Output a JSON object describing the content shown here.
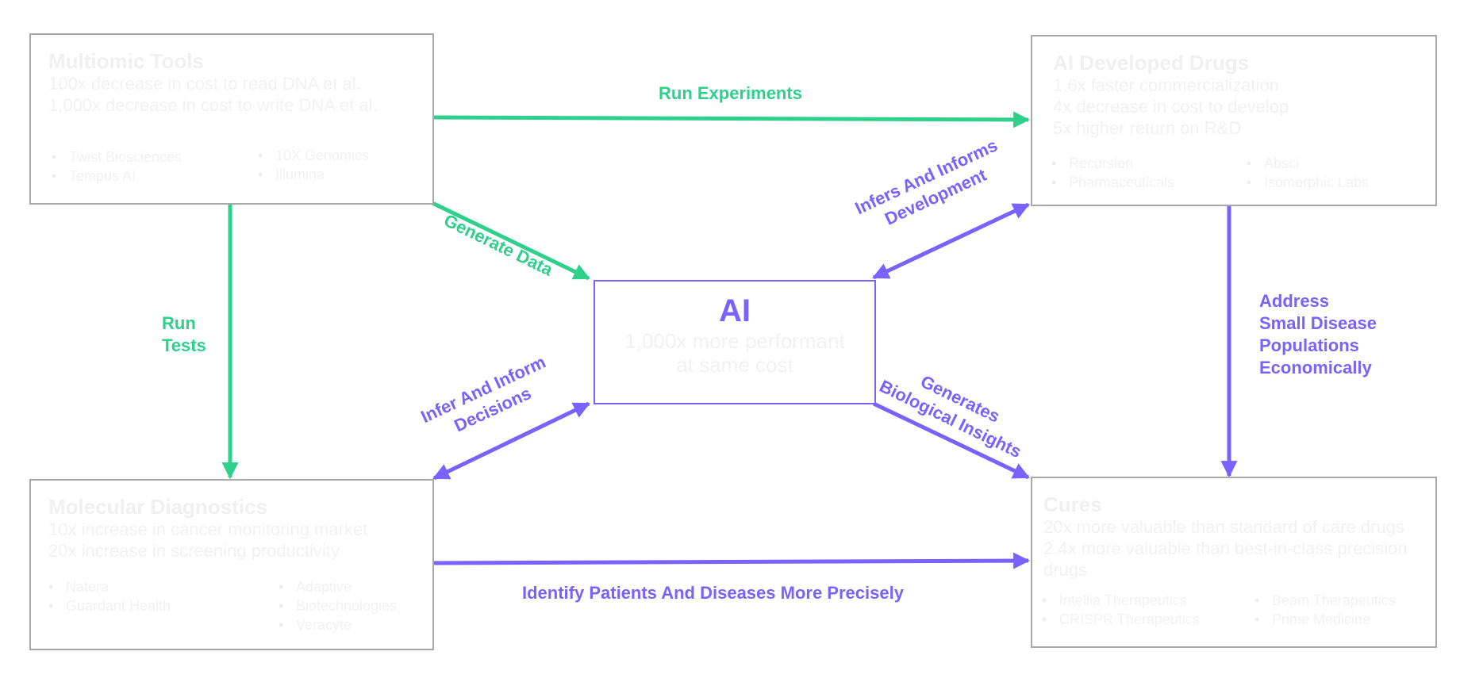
{
  "colors": {
    "green": "#2ed08c",
    "purple": "#7b61ff",
    "box_border": "#a8a8a8",
    "faint_text": "#f2f2f2"
  },
  "boxes": {
    "multiomic": {
      "title": "Multiomic Tools",
      "lines": [
        "100x decrease in cost to read DNA et al.",
        "1,000x decrease in cost to write DNA et al."
      ],
      "bullets_left": [
        "Twist Biosciences",
        "Tempus AI"
      ],
      "bullets_right": [
        "10X Genomics",
        "Illumina"
      ]
    },
    "ai_drugs": {
      "title": "AI Developed Drugs",
      "lines": [
        "1.6x faster commercialization",
        "4x decrease in cost to develop",
        "5x higher return on R&D"
      ],
      "bullets_left": [
        "Recursion",
        "Pharmaceuticals"
      ],
      "bullets_right": [
        "Absci",
        "Isomorphic Labs"
      ]
    },
    "ai": {
      "title": "AI",
      "lines": [
        "1,000x more performant",
        "at same cost"
      ]
    },
    "diagnostics": {
      "title": "Molecular Diagnostics",
      "lines": [
        "10x increase in cancer monitoring market",
        "20x increase in screening productivity"
      ],
      "bullets_left": [
        "Natera",
        "Guardant Health"
      ],
      "bullets_right": [
        "Adaptive",
        "Biotechnologies",
        "Veracyte"
      ]
    },
    "cures": {
      "title": "Cures",
      "lines": [
        "20x more valuable than standard of care drugs",
        "2.4x more valuable than best-in-class precision",
        "drugs"
      ],
      "bullets_left": [
        "Intellia Therapeutics",
        "CRISPR Therapeutics"
      ],
      "bullets_right": [
        "Beam Therapeutics",
        "Prime Medicine"
      ]
    }
  },
  "labels": {
    "run_experiments": "Run Experiments",
    "generate_data": "Generate Data",
    "run_tests": [
      "Run",
      "Tests"
    ],
    "infers_informs_development": [
      "Infers And Informs",
      "Development"
    ],
    "address_small_disease": [
      "Address",
      "Small Disease",
      "Populations",
      "Economically"
    ],
    "infer_inform_decisions": [
      "Infer And Inform",
      "Decisions"
    ],
    "generates_insights": [
      "Generates",
      "Biological Insights"
    ],
    "identify_patients": "Identify Patients And Diseases More Precisely"
  }
}
